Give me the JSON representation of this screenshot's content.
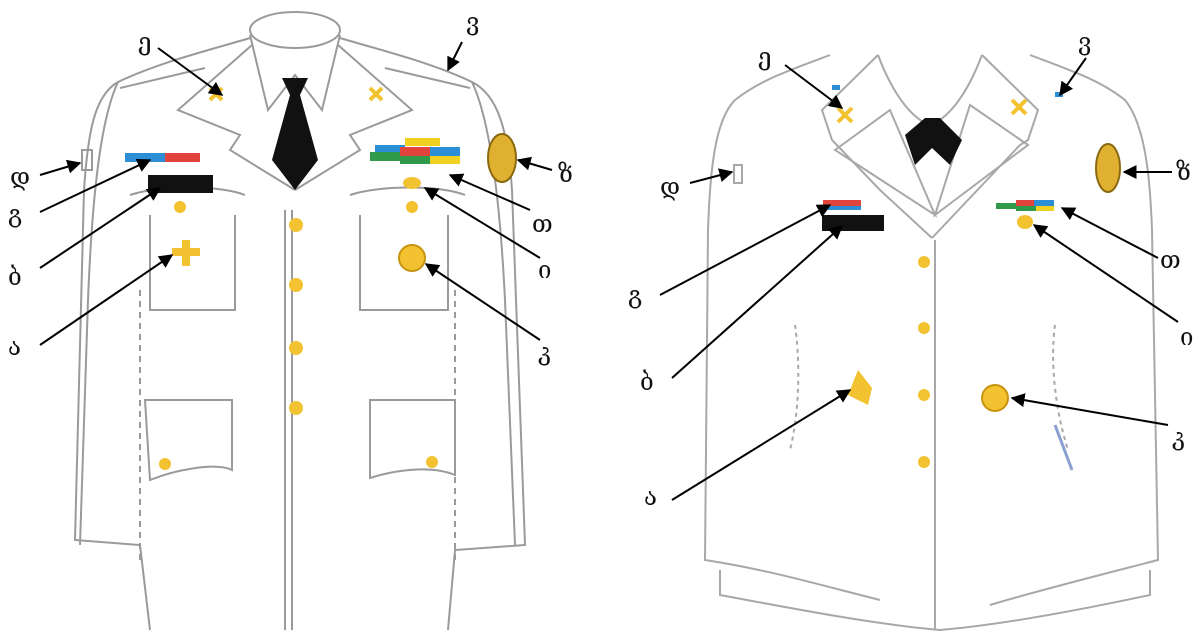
{
  "colors": {
    "outline": "#9a9a9a",
    "gold": "#f2c230",
    "gold_dark": "#c89410",
    "tie": "#111111",
    "ribbon_red": "#e0443c",
    "ribbon_blue": "#2c8fd6",
    "ribbon_green": "#2f9a4a",
    "ribbon_yellow": "#f0d020",
    "arrow": "#000000"
  },
  "diagrams": [
    {
      "labels": {
        "collar_insignia": "ე",
        "shoulder_strap": "ვ",
        "sleeve_button": "დ",
        "sleeve_patch": "ზ",
        "ribbons_left": "გ",
        "name_plate": "ბ",
        "cross_badge": "ა",
        "ribbons_right": "თ",
        "small_badge": "ი",
        "round_badge": "კ"
      }
    },
    {
      "labels": {
        "collar_insignia": "ე",
        "shoulder_strap": "ვ",
        "sleeve_button": "დ",
        "sleeve_patch": "ზ",
        "ribbons_left": "გ",
        "name_plate": "ბ",
        "cross_badge": "ა",
        "ribbons_right": "თ",
        "small_badge": "ი",
        "round_badge": "კ"
      }
    }
  ]
}
